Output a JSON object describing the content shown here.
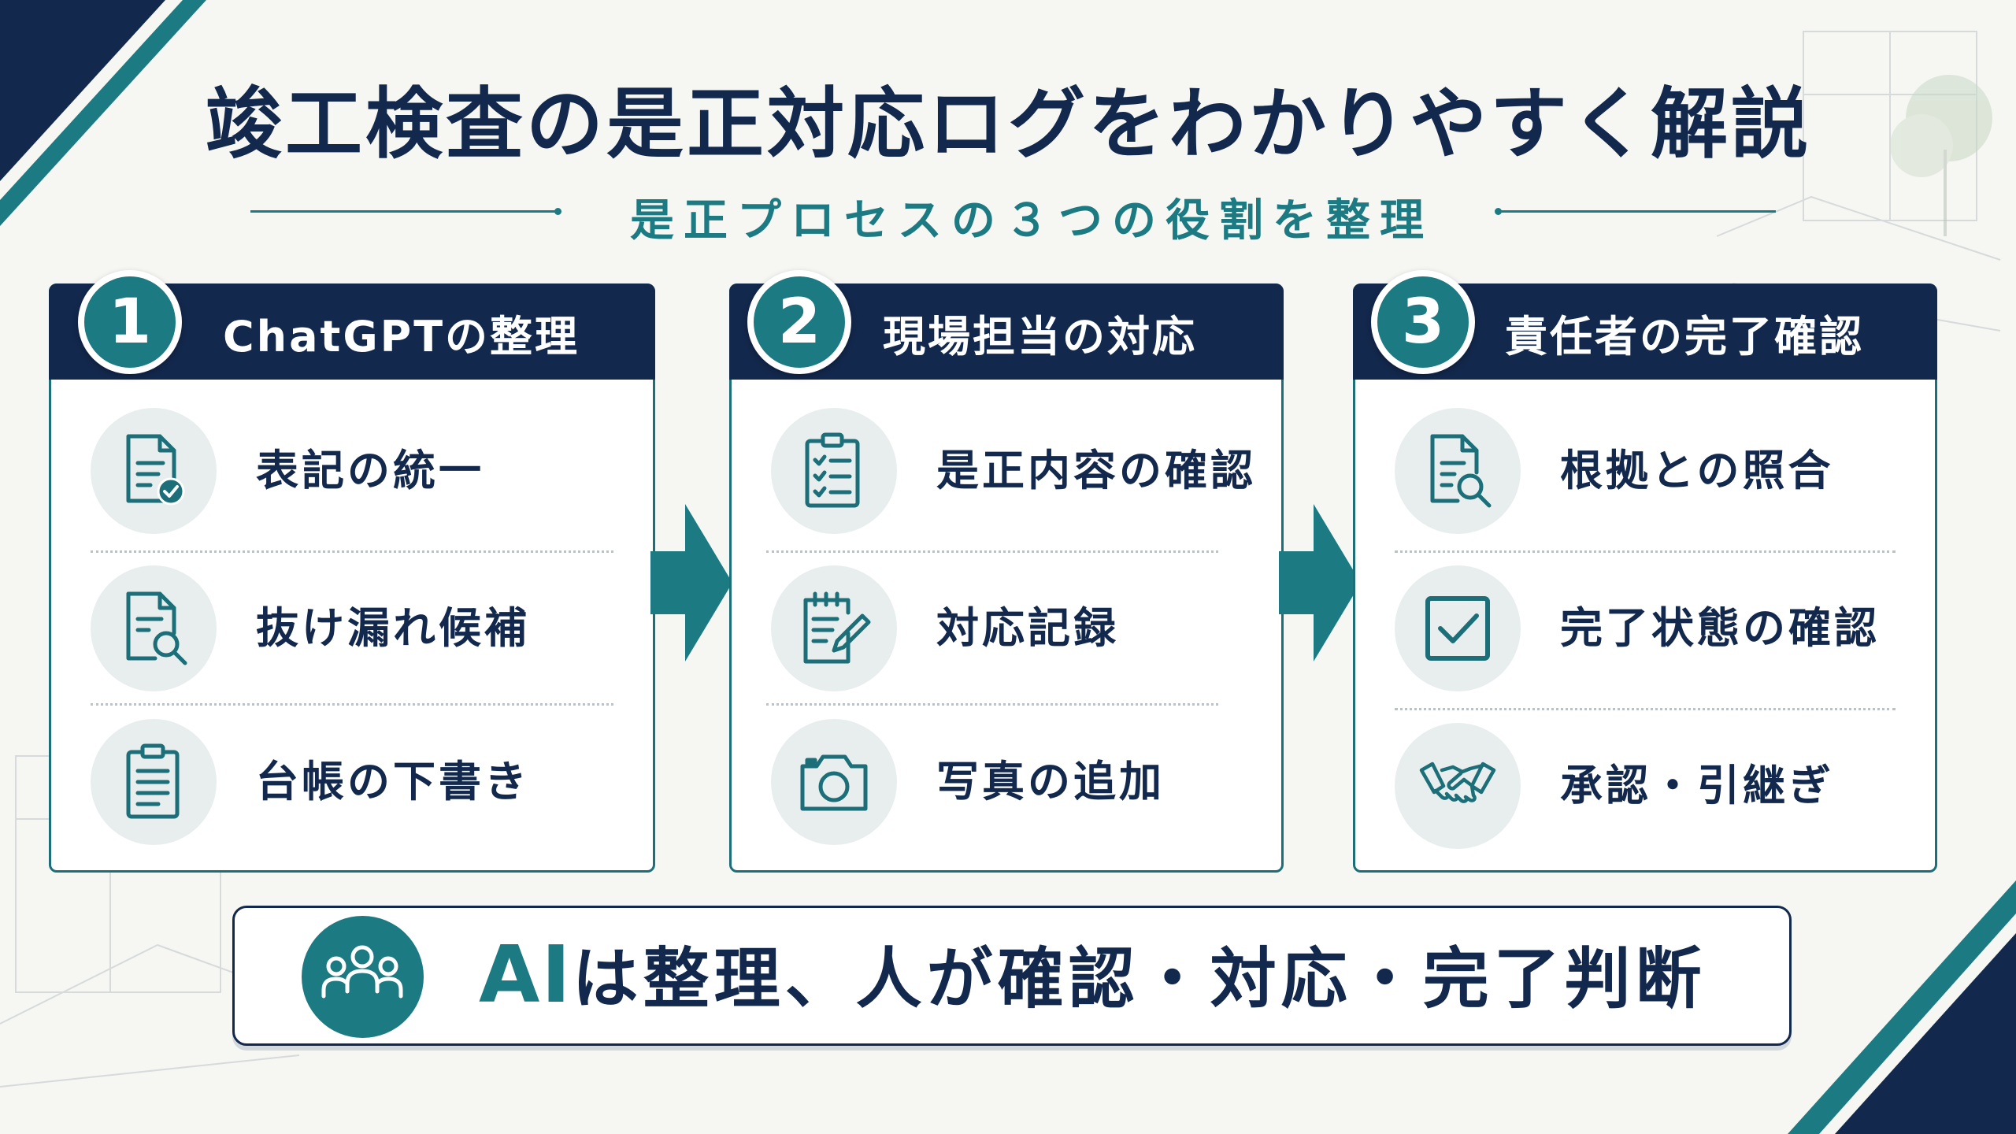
{
  "title": "竣工検査の是正対応ログをわかりやすく解説",
  "subtitle": "是正プロセスの３つの役割を整理",
  "colors": {
    "navy": "#13284d",
    "teal": "#1c7a83",
    "background": "#f6f6f3"
  },
  "steps": [
    {
      "number": "1",
      "title": "ChatGPTの整理",
      "items": [
        {
          "label": "表記の統一",
          "icon": "document-check-icon"
        },
        {
          "label": "抜け漏れ候補",
          "icon": "document-search-icon"
        },
        {
          "label": "台帳の下書き",
          "icon": "clipboard-list-icon"
        }
      ]
    },
    {
      "number": "2",
      "title": "現場担当の対応",
      "items": [
        {
          "label": "是正内容の確認",
          "icon": "clipboard-checklist-icon"
        },
        {
          "label": "対応記録",
          "icon": "notepad-pencil-icon"
        },
        {
          "label": "写真の追加",
          "icon": "camera-icon"
        }
      ]
    },
    {
      "number": "3",
      "title": "責任者の完了確認",
      "items": [
        {
          "label": "根拠との照合",
          "icon": "document-magnifier-icon"
        },
        {
          "label": "完了状態の確認",
          "icon": "checkbox-icon"
        },
        {
          "label": "承認・引継ぎ",
          "icon": "handshake-icon"
        }
      ]
    }
  ],
  "summary": {
    "ai": "AI",
    "text": "は整理、人が確認・対応・完了判断",
    "icon": "people-group-icon"
  }
}
